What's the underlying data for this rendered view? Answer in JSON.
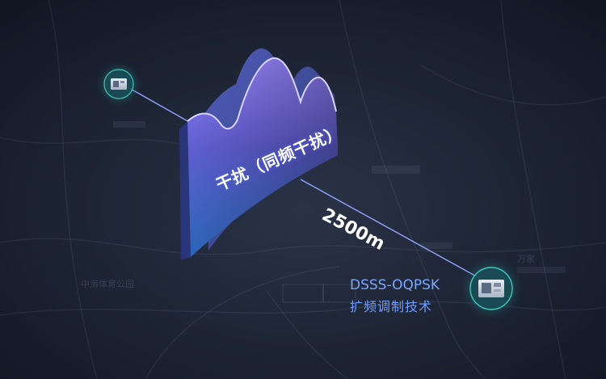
{
  "interference_label": "干扰（同频干扰）",
  "distance_label": "2500m",
  "modulation": {
    "line1": "DSSS-OQPSK",
    "line2": "扩频调制技术"
  },
  "map_labels": [
    "中海体育公园",
    "万家"
  ],
  "colors": {
    "background": "#1b2232",
    "link_line": "#8fa4ff",
    "wall_top": "#8a7cff",
    "wall_bottom": "#3f8cff",
    "text_accent": "#7aa6ff",
    "node_glow": "#3fd1c4"
  },
  "icons": [
    "radio-module-icon"
  ]
}
